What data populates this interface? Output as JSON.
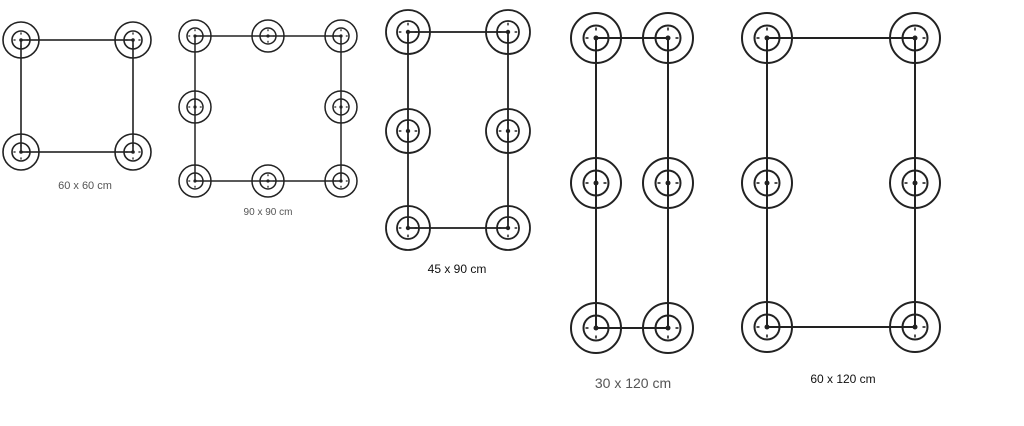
{
  "layouts": [
    {
      "label": "60 x 60 cm",
      "cols": 2,
      "rows": 2
    },
    {
      "label": "90 x 90 cm",
      "cols": 3,
      "rows": 3
    },
    {
      "label": "45 x 90 cm",
      "cols": 2,
      "rows": 3
    },
    {
      "label": "30 x 120 cm",
      "cols": 2,
      "rows": 3
    },
    {
      "label": "60 x 120 cm",
      "cols": 2,
      "rows": 3
    }
  ],
  "colors": {
    "stroke": "#222222",
    "label": "#444444"
  }
}
